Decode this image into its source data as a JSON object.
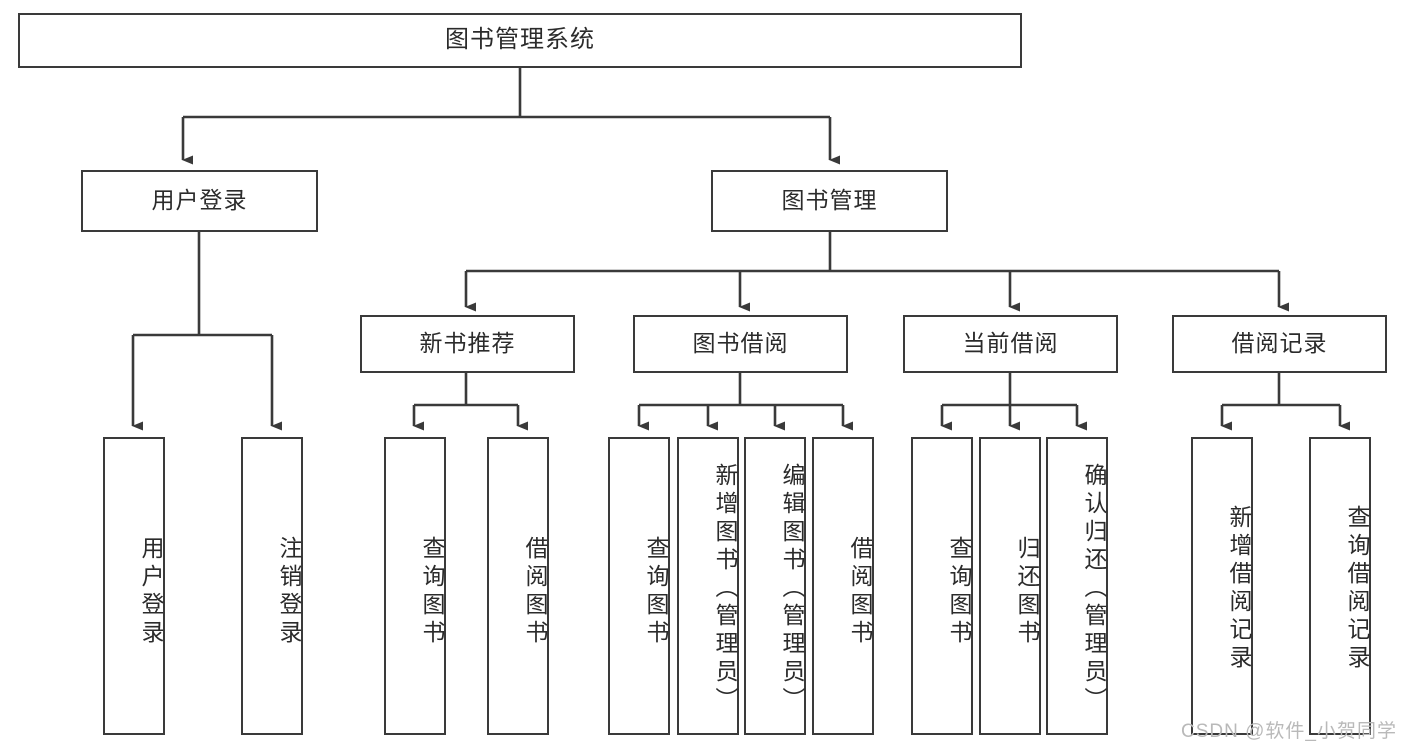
{
  "diagram": {
    "title": "图书管理系统",
    "type": "hierarchy-tree",
    "watermark": "CSDN @软件_小贺同学",
    "colors": {
      "node_border": "#3a3a3a",
      "node_fill": "#ffffff",
      "edge": "#3a3a3a",
      "text": "#2b2b2b",
      "watermark": "#b9b9b9"
    },
    "levels": {
      "level1": [
        {
          "id": "root",
          "label": "图书管理系统"
        }
      ],
      "level2": [
        {
          "id": "user-login",
          "label": "用户登录"
        },
        {
          "id": "book-manage",
          "label": "图书管理"
        }
      ],
      "level3": [
        {
          "id": "new-book-rec",
          "label": "新书推荐"
        },
        {
          "id": "book-borrow",
          "label": "图书借阅"
        },
        {
          "id": "current-borrow",
          "label": "当前借阅"
        },
        {
          "id": "borrow-record",
          "label": "借阅记录"
        }
      ],
      "leaves": [
        {
          "id": "leaf-user-login",
          "label": "用户登录",
          "parent": "user-login"
        },
        {
          "id": "leaf-logout",
          "label": "注销登录",
          "parent": "user-login"
        },
        {
          "id": "leaf-query-book-1",
          "label": "查询图书",
          "parent": "new-book-rec"
        },
        {
          "id": "leaf-borrow-book-1",
          "label": "借阅图书",
          "parent": "new-book-rec"
        },
        {
          "id": "leaf-query-book-2",
          "label": "查询图书",
          "parent": "book-borrow"
        },
        {
          "id": "leaf-add-book",
          "label": "新增图书（管理员）",
          "parent": "book-borrow"
        },
        {
          "id": "leaf-edit-book",
          "label": "编辑图书（管理员）",
          "parent": "book-borrow"
        },
        {
          "id": "leaf-borrow-book-2",
          "label": "借阅图书",
          "parent": "book-borrow"
        },
        {
          "id": "leaf-query-book-3",
          "label": "查询图书",
          "parent": "current-borrow"
        },
        {
          "id": "leaf-return-book",
          "label": "归还图书",
          "parent": "current-borrow"
        },
        {
          "id": "leaf-confirm-return",
          "label": "确认归还（管理员）",
          "parent": "current-borrow"
        },
        {
          "id": "leaf-add-record",
          "label": "新增借阅记录",
          "parent": "borrow-record"
        },
        {
          "id": "leaf-query-record",
          "label": "查询借阅记录",
          "parent": "borrow-record"
        }
      ]
    }
  }
}
